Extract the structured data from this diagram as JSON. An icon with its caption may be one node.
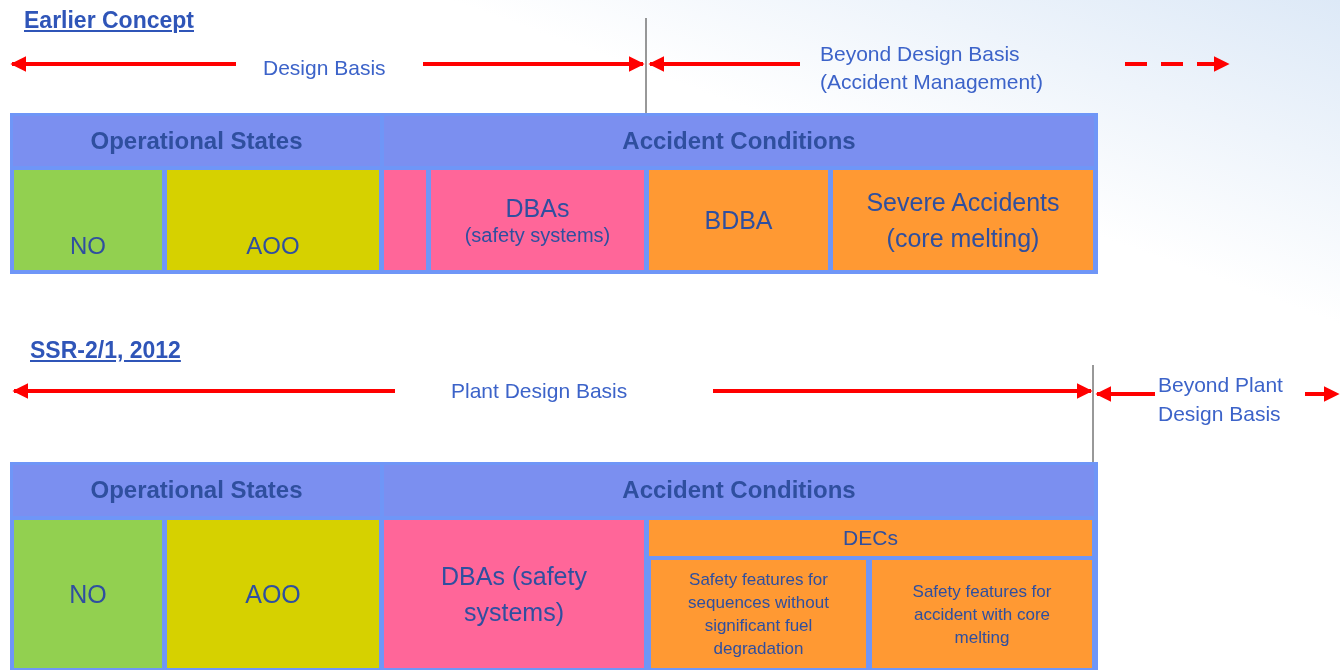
{
  "diagram": {
    "nodes": [
      {
        "text": [
          "Operational States"
        ]
      },
      {
        "text": [
          "Accident Conditions"
        ]
      },
      {
        "text": [
          "NO"
        ]
      },
      {
        "text": [
          "AOO"
        ]
      },
      {
        "text": [],
        "shape": "box"
      },
      {
        "text": [
          "DBAs",
          "(safety systems)"
        ]
      },
      {
        "text": [
          "BDBA"
        ]
      },
      {
        "text": [
          "Severe Accidents (core melting)"
        ]
      },
      {
        "text": [
          "Operational States"
        ]
      },
      {
        "text": [
          "Accident Conditions"
        ]
      },
      {
        "text": [
          "NO"
        ]
      },
      {
        "text": [
          "AOO"
        ]
      },
      {
        "text": [
          "DBAs (safety systems)"
        ]
      },
      {
        "text": [
          "DECs"
        ]
      },
      {
        "text": [
          "Safety features for sequences without significant fuel degradation"
        ]
      },
      {
        "text": [
          "Safety features for accident with core melting"
        ]
      }
    ],
    "labels": [
      "Earlier Concept",
      "Design Basis",
      "Beyond Design Basis (Accident Management)",
      "SSR-2/1, 2012",
      "Plant Design Basis",
      "Beyond Plant Design Basis"
    ]
  }
}
